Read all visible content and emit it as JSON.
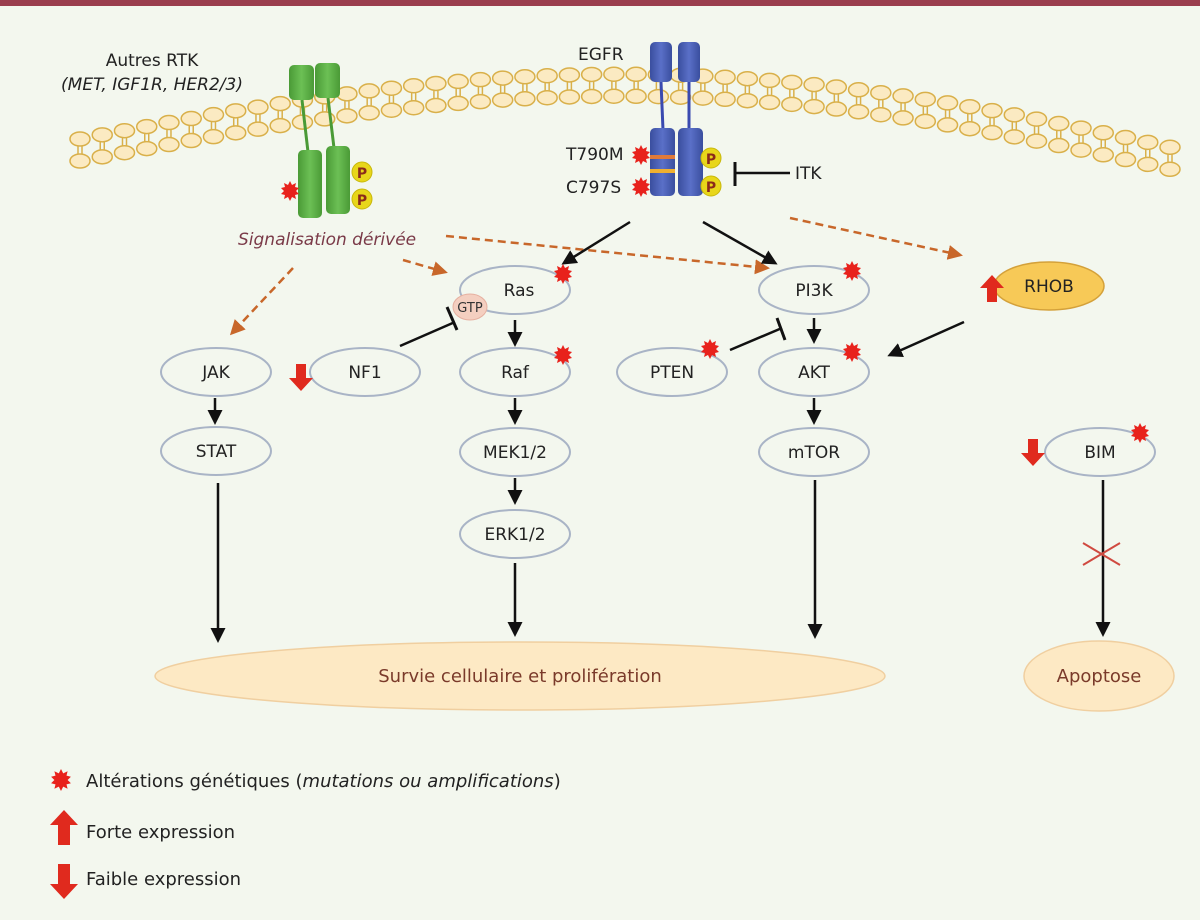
{
  "receptors": {
    "other_rtk": {
      "title": "Autres RTK",
      "subtitle": "(MET, IGF1R, HER2/3)"
    },
    "egfr": {
      "title": "EGFR",
      "mutation_1": "T790M",
      "mutation_2": "C797S",
      "inhibitor": "ITK",
      "phospho": "P"
    }
  },
  "signal_label": "Signalisation dérivée",
  "nodes": {
    "ras": "Ras",
    "gtp": "GTP",
    "raf": "Raf",
    "mek": "MEK1/2",
    "erk": "ERK1/2",
    "nf1": "NF1",
    "jak": "JAK",
    "stat": "STAT",
    "pi3k": "PI3K",
    "akt": "AKT",
    "pten": "PTEN",
    "mtor": "mTOR",
    "rhob": "RHOB",
    "bim": "BIM"
  },
  "outcomes": {
    "survival": "Survie cellulaire et prolifération",
    "apoptosis": "Apoptose"
  },
  "legend": {
    "alteration_prefix": "Altérations génétiques (",
    "alteration_italic": "mutations ou amplifications",
    "alteration_suffix": ")",
    "high": "Forte expression",
    "low": "Faible expression"
  },
  "colors": {
    "accent_bar": "#9a3e4e",
    "alteration": "#e8221c",
    "arrow_expr": "#e02a1e",
    "dashed": "#c8672a",
    "egfr": "#4a5fb5",
    "rtk": "#5bb044",
    "membrane": "#d9b04a",
    "rhob_fill": "#f7c957"
  }
}
